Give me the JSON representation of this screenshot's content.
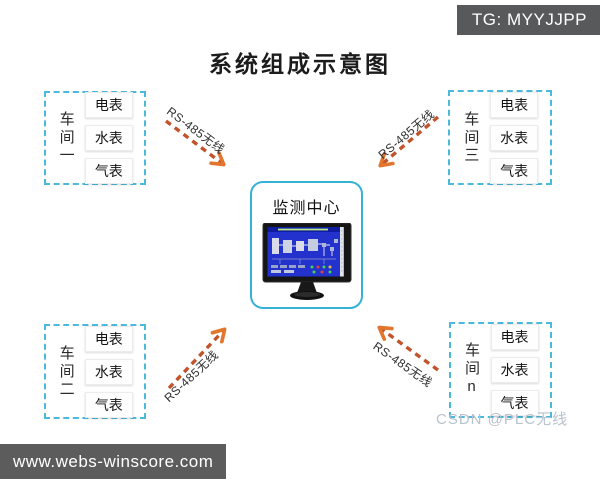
{
  "badge": {
    "text": "TG: MYYJJPP",
    "bg_color": "#58595b"
  },
  "title": "系统组成示意图",
  "workshops": [
    {
      "label": "车间一",
      "position": "top-left",
      "meters": [
        "电表",
        "水表",
        "气表"
      ]
    },
    {
      "label": "车间三",
      "position": "top-right",
      "meters": [
        "电表",
        "水表",
        "气表"
      ]
    },
    {
      "label": "车间二",
      "position": "bottom-left",
      "meters": [
        "电表",
        "水表",
        "气表"
      ]
    },
    {
      "label": "车间n",
      "position": "bottom-right",
      "meters": [
        "电表",
        "水表",
        "气表"
      ]
    }
  ],
  "center": {
    "label": "监测中心",
    "monitor_icon": "scada-monitor"
  },
  "links": [
    {
      "from": "车间一",
      "to": "监测中心",
      "label": "RS-485无线",
      "direction": "into-center"
    },
    {
      "from": "车间三",
      "to": "监测中心",
      "label": "RS-485无线",
      "direction": "into-center"
    },
    {
      "from": "车间二",
      "to": "监测中心",
      "label": "RS-485无线",
      "direction": "into-center"
    },
    {
      "from": "车间n",
      "to": "监测中心",
      "label": "RS-485无线",
      "direction": "into-center"
    }
  ],
  "watermark": "CSDN @PLC无线",
  "footer": {
    "url": "www.webs-winscore.com",
    "bg_color": "#5c5c5c"
  },
  "colors": {
    "box_border_dashed": "#4ab9dc",
    "center_border": "#36b1d8",
    "arrow_dash": "#c2542b",
    "arrow_head": "#e2762e",
    "screen_blue": "#2432cd",
    "watermark_gray": "#b9c3ce"
  }
}
